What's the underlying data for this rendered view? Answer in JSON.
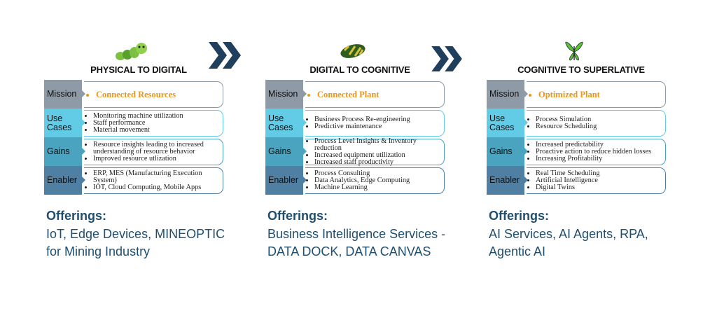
{
  "colors": {
    "mission": "#8e9aa6",
    "use_cases": "#62cbe6",
    "gains": "#4aa3bf",
    "enabler": "#4f7fa3",
    "accent": "#e8961c",
    "offerings": "#1f4e6e",
    "chevron": "#1f3f5c"
  },
  "row_labels": {
    "mission": "Mission",
    "use_cases": "Use Cases",
    "gains": "Gains",
    "enabler": "Enabler"
  },
  "stages": [
    {
      "icon": "caterpillar-icon",
      "title": "PHYSICAL TO DIGITAL",
      "mission": "Connected Resources",
      "use_cases": [
        "Monitoring machine utilization",
        "Staff performance",
        "Material movement"
      ],
      "gains": [
        "Resource insights leading to increased understanding of resource behavior",
        "Improved resource utlization"
      ],
      "enabler": [
        "ERP, MES (Manufacturing Execution System)",
        "IOT, Cloud Computing, Mobile Apps"
      ],
      "offerings_label": "Offerings:",
      "offerings": "IoT, Edge Devices, MINEOPTIC for Mining Industry"
    },
    {
      "icon": "cocoon-icon",
      "title": "DIGITAL TO COGNITIVE",
      "mission": "Connected Plant",
      "use_cases": [
        "Business Process Re-engineering",
        "Predictive maintenance"
      ],
      "gains": [
        "Process Level Insights & Inventory reduction",
        "Increased equipment utilization",
        "Increased staff productivity"
      ],
      "enabler": [
        "Process Consulting",
        "Data Analytics, Edge Computing",
        "Machine Learning"
      ],
      "offerings_label": "Offerings:",
      "offerings": "Business Intelligence Services - DATA DOCK, DATA CANVAS"
    },
    {
      "icon": "butterfly-icon",
      "title": "COGNITIVE TO SUPERLATIVE",
      "mission": "Optimized Plant",
      "use_cases": [
        "Process Simulation",
        "Resource Scheduling"
      ],
      "gains": [
        "Increased predictability",
        "Proactive action to reduce hidden losses",
        "Increasing Profitability"
      ],
      "enabler": [
        "Real Time Scheduling",
        "Artificial Intelligence",
        "Digital Twins"
      ],
      "offerings_label": "Offerings:",
      "offerings": "AI Services, AI Agents, RPA, Agentic AI"
    }
  ]
}
